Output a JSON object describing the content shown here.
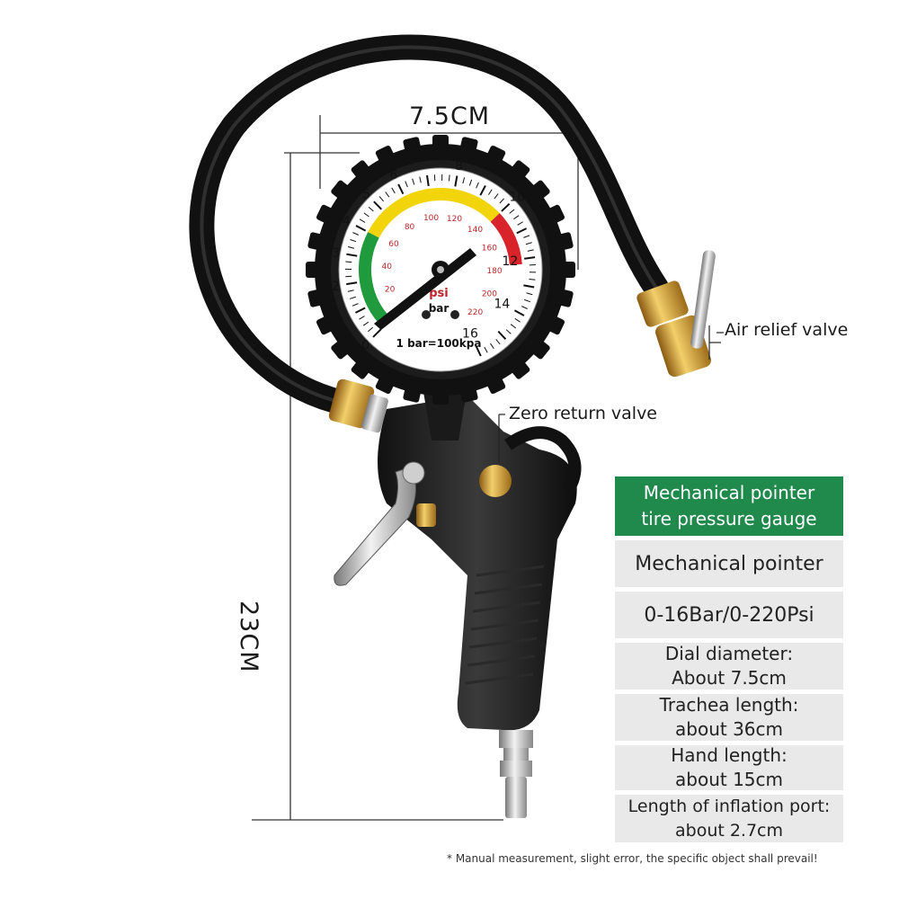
{
  "dimensions": {
    "width_label": "7.5CM",
    "height_label": "23CM"
  },
  "callouts": {
    "air_relief": "Air relief valve",
    "zero_return": "Zero return valve"
  },
  "gauge": {
    "bar_labels": [
      "0",
      "2",
      "3",
      "4",
      "5",
      "6",
      "8",
      "10",
      "12",
      "14",
      "16"
    ],
    "psi_labels": [
      "20",
      "40",
      "60",
      "80",
      "100",
      "120",
      "140",
      "160",
      "180",
      "200",
      "220"
    ],
    "unit_psi": "psi",
    "unit_bar": "bar",
    "conversion": "1 bar=100kpa",
    "zone_colors": {
      "green": "#1f9a3c",
      "yellow": "#f2d40a",
      "red": "#d8232a"
    }
  },
  "specs": {
    "heading_line1": "Mechanical pointer",
    "heading_line2": "tire pressure gauge",
    "row1": "Mechanical pointer",
    "row2": "0-16Bar/0-220Psi",
    "row3_line1": "Dial diameter:",
    "row3_line2": "About 7.5cm",
    "row4_line1": "Trachea length:",
    "row4_line2": "about 36cm",
    "row5_line1": "Hand length:",
    "row5_line2": "about 15cm",
    "row6_line1": "Length of inflation port:",
    "row6_line2": "about 2.7cm"
  },
  "footnote": "* Manual measurement, slight error, the specific object shall prevail!",
  "colors": {
    "accent_green": "#1f8a4c",
    "cell_gray": "#e9e9e9",
    "brass": "#d9a636"
  }
}
